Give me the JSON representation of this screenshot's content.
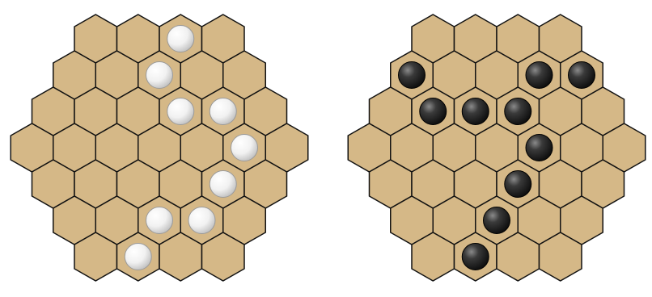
{
  "colors": {
    "board_fill": "#d5b887",
    "cell_border": "#111111",
    "background": "#ffffff",
    "white_stone": "#f2f2f2",
    "black_stone": "#2e2e2e"
  },
  "boards": [
    {
      "name": "left-board",
      "rows": [
        4,
        5,
        6,
        7,
        6,
        5,
        4
      ],
      "stone_color": "white",
      "stones": [
        [
          0,
          2
        ],
        [
          1,
          2
        ],
        [
          2,
          3
        ],
        [
          2,
          4
        ],
        [
          3,
          5
        ],
        [
          4,
          4
        ],
        [
          5,
          2
        ],
        [
          5,
          3
        ],
        [
          6,
          1
        ]
      ]
    },
    {
      "name": "right-board",
      "rows": [
        4,
        5,
        6,
        7,
        6,
        5,
        4
      ],
      "stone_color": "black",
      "stones": [
        [
          1,
          0
        ],
        [
          1,
          3
        ],
        [
          1,
          4
        ],
        [
          2,
          1
        ],
        [
          2,
          2
        ],
        [
          2,
          3
        ],
        [
          3,
          4
        ],
        [
          4,
          3
        ],
        [
          5,
          2
        ],
        [
          6,
          1
        ]
      ]
    }
  ]
}
